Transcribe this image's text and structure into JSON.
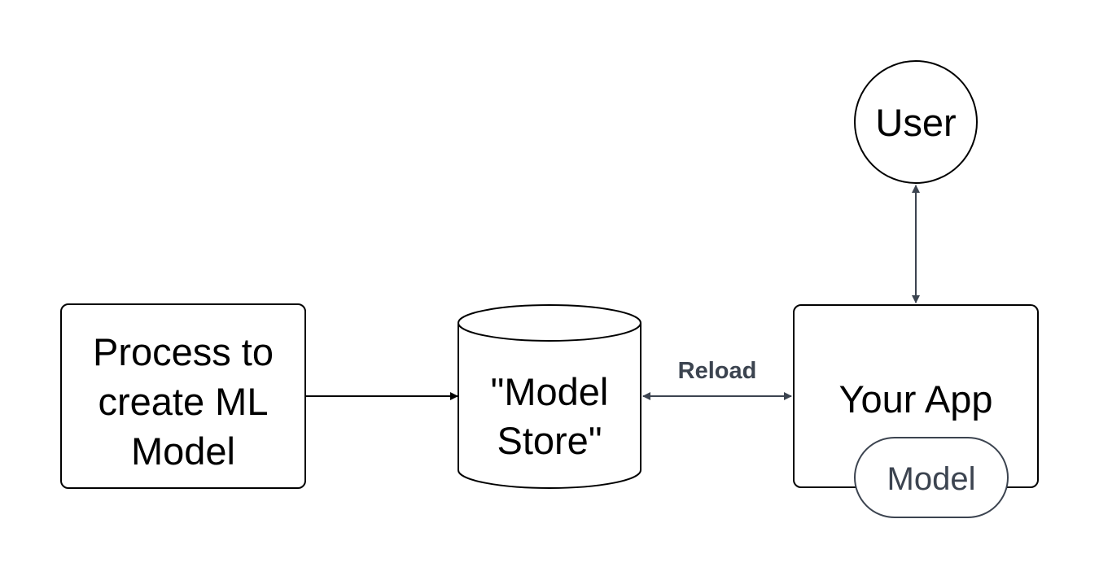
{
  "nodes": {
    "process": {
      "lines": [
        "Process to",
        "create ML",
        "Model"
      ]
    },
    "model_store": {
      "lines": [
        "\"Model",
        "Store\""
      ]
    },
    "your_app": {
      "label": "Your App"
    },
    "model": {
      "label": "Model"
    },
    "user": {
      "label": "User"
    }
  },
  "edges": {
    "reload": {
      "label": "Reload"
    }
  },
  "colors": {
    "outline": "#000000",
    "connector": "#3c4450",
    "label": "#3c4450"
  }
}
